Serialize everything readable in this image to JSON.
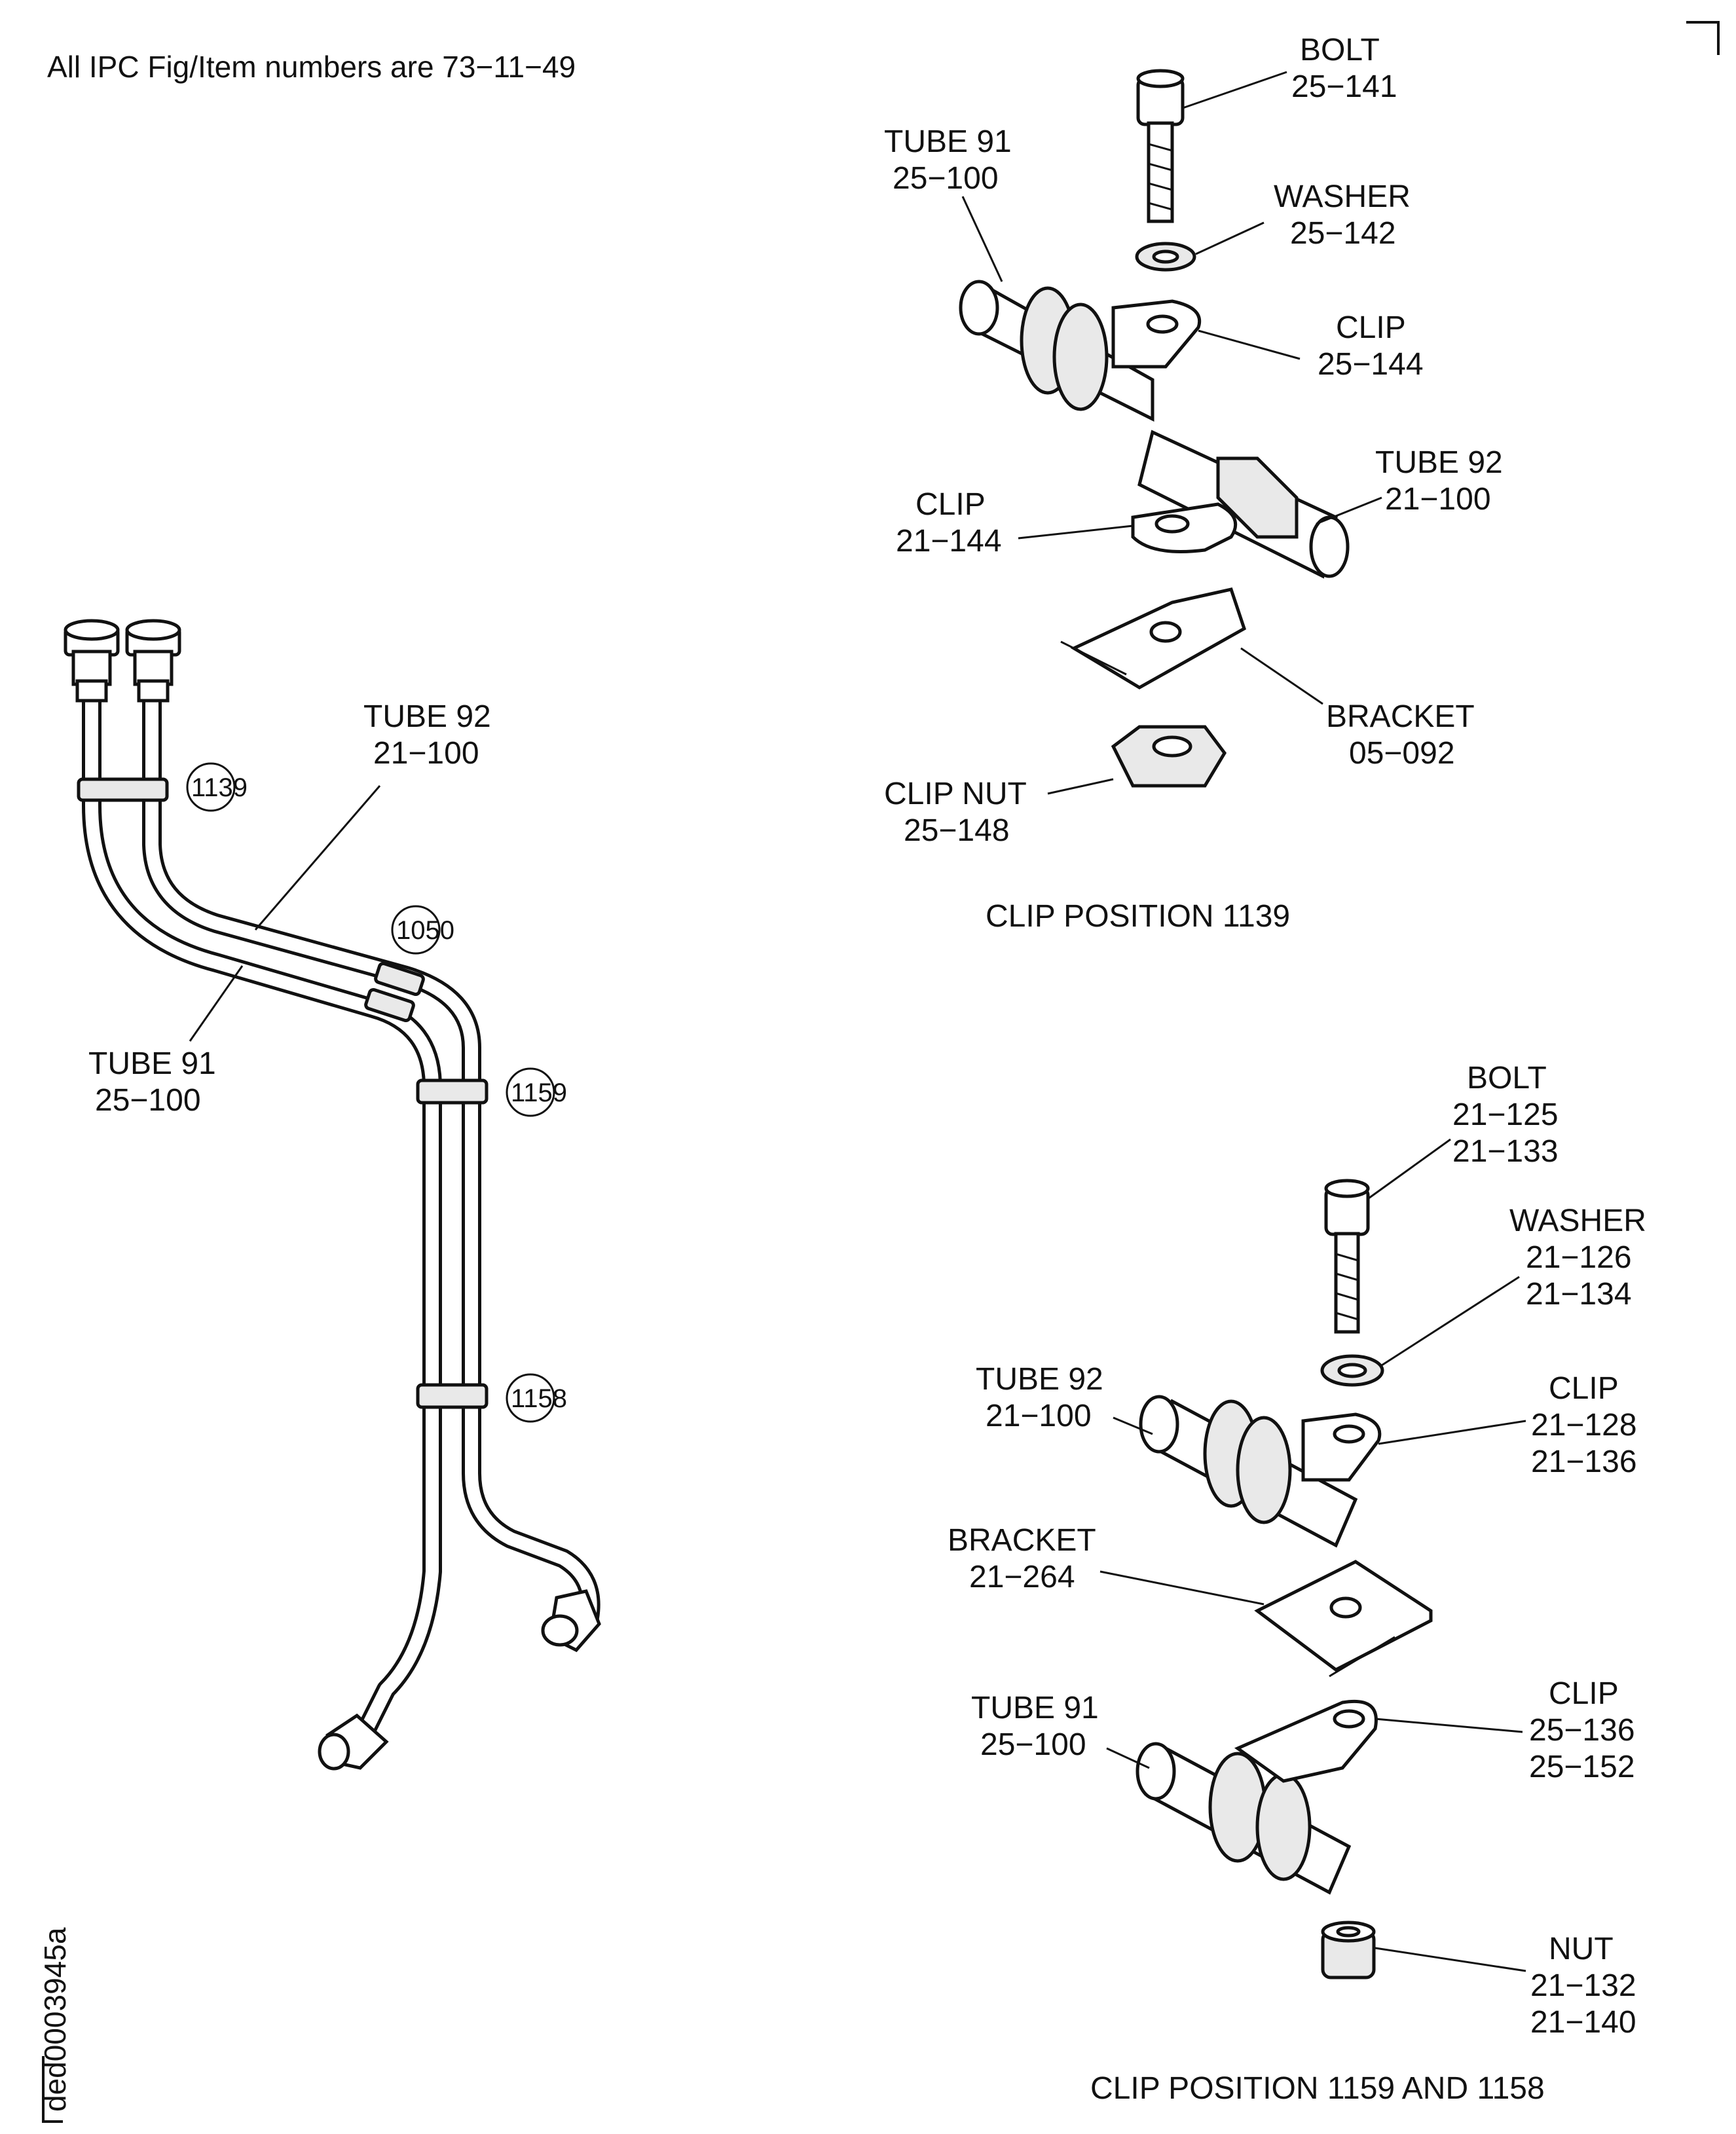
{
  "header_note": "All IPC Fig/Item numbers are 73−11−49",
  "doc_id": "ded0003945a",
  "overview": {
    "tube92": {
      "name": "TUBE 92",
      "num": "21−100"
    },
    "tube91": {
      "name": "TUBE 91",
      "num": "25−100"
    },
    "positions": [
      "1139",
      "1050",
      "1159",
      "1158"
    ]
  },
  "detail_1139": {
    "title": "CLIP POSITION 1139",
    "bolt": {
      "name": "BOLT",
      "num": "25−141"
    },
    "washer": {
      "name": "WASHER",
      "num": "25−142"
    },
    "tube91": {
      "name": "TUBE 91",
      "num": "25−100"
    },
    "clip_top": {
      "name": "CLIP",
      "num": "25−144"
    },
    "tube92": {
      "name": "TUBE 92",
      "num": "21−100"
    },
    "clip_low": {
      "name": "CLIP",
      "num": "21−144"
    },
    "bracket": {
      "name": "BRACKET",
      "num": "05−092"
    },
    "clipnut": {
      "name": "CLIP NUT",
      "num": "25−148"
    }
  },
  "detail_1159": {
    "title": "CLIP POSITION 1159 AND 1158",
    "bolt": {
      "name": "BOLT",
      "num1": "21−125",
      "num2": "21−133"
    },
    "washer": {
      "name": "WASHER",
      "num1": "21−126",
      "num2": "21−134"
    },
    "tube92": {
      "name": "TUBE 92",
      "num": "21−100"
    },
    "clip_top": {
      "name": "CLIP",
      "num1": "21−128",
      "num2": "21−136"
    },
    "bracket": {
      "name": "BRACKET",
      "num": "21−264"
    },
    "tube91": {
      "name": "TUBE 91",
      "num": "25−100"
    },
    "clip_low": {
      "name": "CLIP",
      "num1": "25−136",
      "num2": "25−152"
    },
    "nut": {
      "name": "NUT",
      "num1": "21−132",
      "num2": "21−140"
    }
  }
}
